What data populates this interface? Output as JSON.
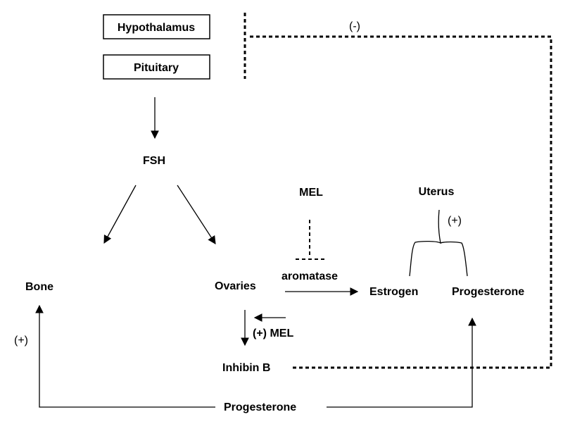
{
  "nodes": {
    "hypothalamus": "Hypothalamus",
    "pituitary": "Pituitary",
    "fsh": "FSH",
    "bone": "Bone",
    "ovaries": "Ovaries",
    "mel_top": "MEL",
    "aromatase": "aromatase",
    "uterus": "Uterus",
    "estrogen": "Estrogen",
    "progesterone_right": "Progesterone",
    "mel_plus": "(+) MEL",
    "inhibin_b": "Inhibin B",
    "progesterone_bottom": "Progesterone"
  },
  "signs": {
    "negative_feedback": "(-)",
    "uterus_positive": "(+)",
    "bone_positive": "(+)"
  }
}
